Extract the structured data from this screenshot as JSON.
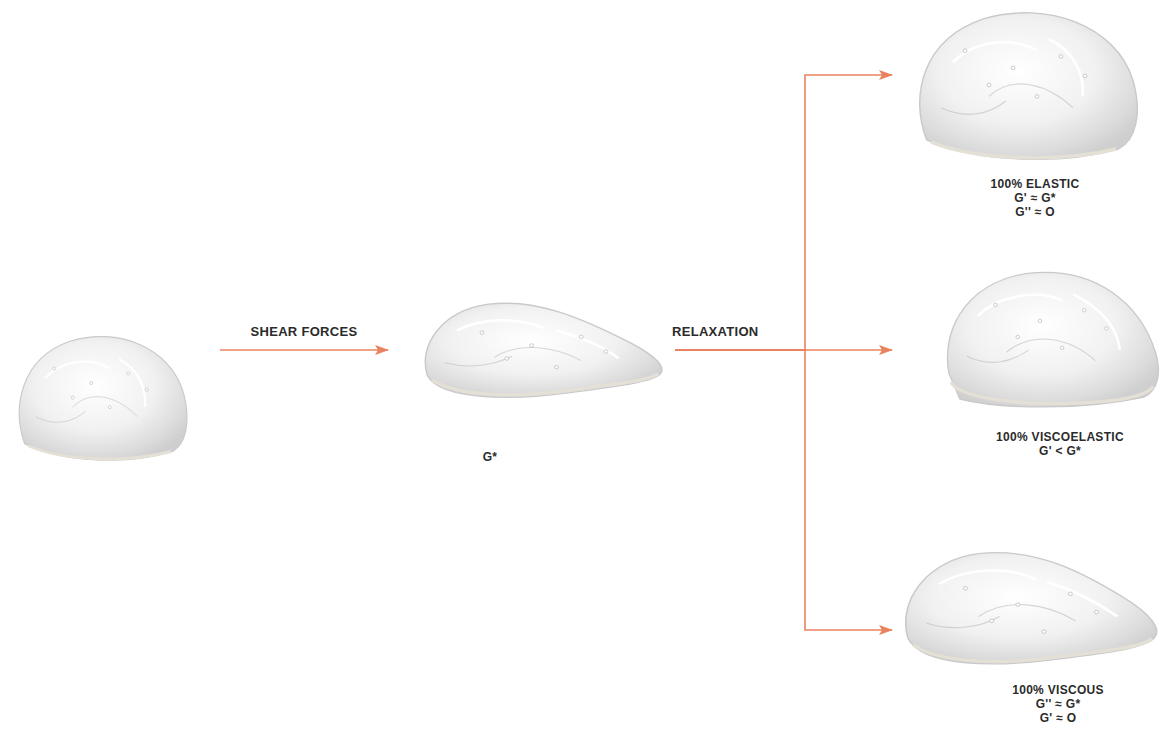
{
  "diagram": {
    "nodes": [
      {
        "text": []
      },
      {
        "text": [
          "G*"
        ]
      },
      {
        "text": [
          "100% ELASTIC",
          "G' ≈ G*",
          "G'' ≈ O"
        ]
      },
      {
        "text": [
          "100% VISCOELASTIC",
          "G' < G*"
        ]
      },
      {
        "text": [
          "100% VISCOUS",
          "G'' ≈ G*",
          "G' ≈ O"
        ]
      }
    ],
    "edges": [
      {
        "from": 0,
        "to": 1,
        "label": "SHEAR FORCES",
        "arrow": "to"
      },
      {
        "from": 1,
        "to": 2,
        "arrow": "to"
      },
      {
        "from": 1,
        "to": 3,
        "label": "RELAXATION",
        "arrow": "to"
      },
      {
        "from": 1,
        "to": 4,
        "arrow": "to"
      }
    ]
  }
}
